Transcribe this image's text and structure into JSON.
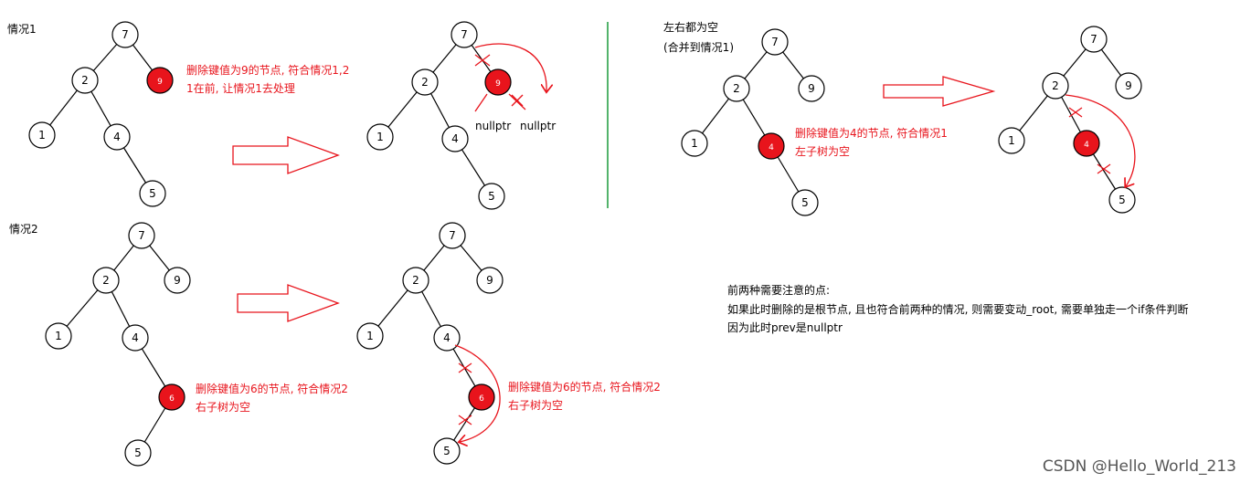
{
  "labels": {
    "case1": "情况1",
    "case2": "情况2",
    "both_empty_1": "左右都为空",
    "both_empty_2": "(合并到情况1)"
  },
  "notes": {
    "c1_line1": "删除键值为9的节点, 符合情况1,2",
    "c1_line2": "1在前, 让情况1去处理",
    "c2_line1": "删除键值为6的节点, 符合情况2",
    "c2_line2": "右子树为空",
    "c2r_line1": "删除键值为6的节点, 符合情况2",
    "c2r_line2": "右子树为空",
    "b_line1": "删除键值为4的节点, 符合情况1",
    "b_line2": "左子树为空",
    "nullptr_left": "nullptr",
    "nullptr_right": "nullptr"
  },
  "summary": {
    "title": "前两种需要注意的点:",
    "line1": "如果此时删除的是根节点, 且也符合前两种的情况, 则需要变动_root, 需要单独走一个if条件判断",
    "line2": "因为此时prev是nullptr"
  },
  "nodes": {
    "t1": [
      "7",
      "2",
      "9",
      "1",
      "4",
      "5"
    ],
    "t2": [
      "7",
      "2",
      "9",
      "1",
      "4",
      "5"
    ],
    "t3": [
      "7",
      "2",
      "9",
      "1",
      "4",
      "6",
      "5"
    ],
    "t4": [
      "7",
      "2",
      "9",
      "1",
      "4",
      "6",
      "5"
    ],
    "t5": [
      "7",
      "2",
      "9",
      "1",
      "4",
      "5"
    ],
    "t6": [
      "7",
      "2",
      "9",
      "1",
      "4",
      "5"
    ]
  },
  "colors": {
    "red": "#e8141c",
    "divider": "#1a9a3a"
  },
  "watermark": "CSDN @Hello_World_213"
}
